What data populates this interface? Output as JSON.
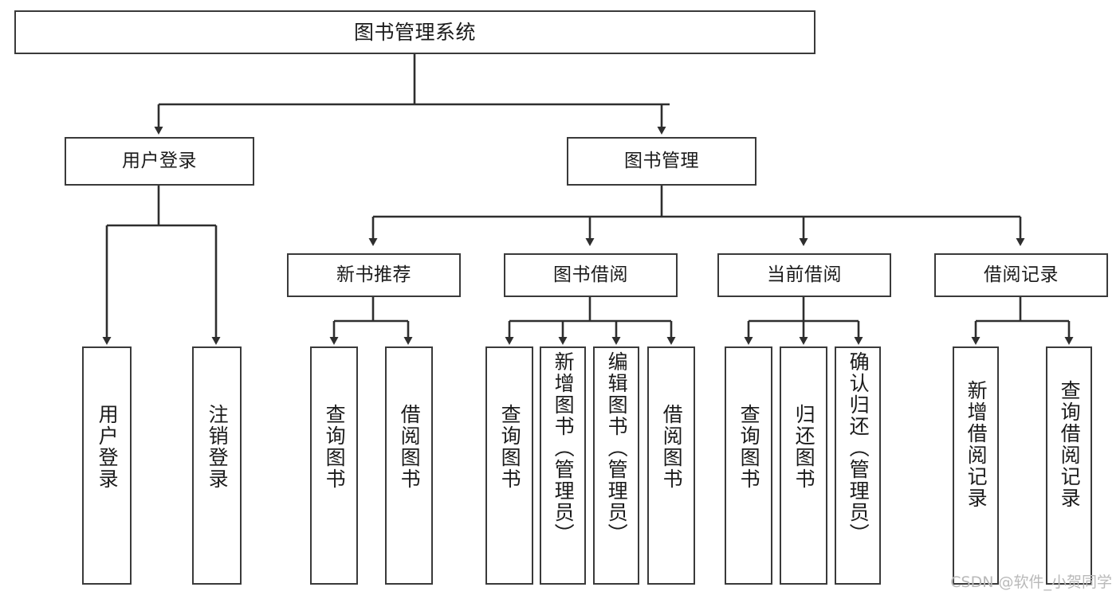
{
  "diagram": {
    "type": "tree-hierarchy-chart",
    "title": "图书管理系统",
    "stroke_color": "#3a3a3a",
    "background_color": "#ffffff",
    "text_color": "#1b1b1b",
    "levels": 4
  },
  "nodes": {
    "root": {
      "label": "图书管理系统"
    },
    "level2": [
      {
        "label": "用户登录"
      },
      {
        "label": "图书管理"
      }
    ],
    "level3": [
      {
        "label": "新书推荐"
      },
      {
        "label": "图书借阅"
      },
      {
        "label": "当前借阅"
      },
      {
        "label": "借阅记录"
      }
    ],
    "leaves": [
      {
        "label": "用户登录",
        "parent": "用户登录"
      },
      {
        "label": "注销登录",
        "parent": "用户登录"
      },
      {
        "label": "查询图书",
        "parent": "新书推荐"
      },
      {
        "label": "借阅图书",
        "parent": "新书推荐"
      },
      {
        "label": "查询图书",
        "parent": "图书借阅"
      },
      {
        "label": "新增图书（管理员）",
        "parent": "图书借阅"
      },
      {
        "label": "编辑图书（管理员）",
        "parent": "图书借阅"
      },
      {
        "label": "借阅图书",
        "parent": "图书借阅"
      },
      {
        "label": "查询图书",
        "parent": "当前借阅"
      },
      {
        "label": "归还图书",
        "parent": "当前借阅"
      },
      {
        "label": "确认归还（管理员）",
        "parent": "当前借阅"
      },
      {
        "label": "新增借阅记录",
        "parent": "借阅记录"
      },
      {
        "label": "查询借阅记录",
        "parent": "借阅记录"
      }
    ]
  },
  "watermark": {
    "text": "CSDN @软件_小贺同学"
  }
}
